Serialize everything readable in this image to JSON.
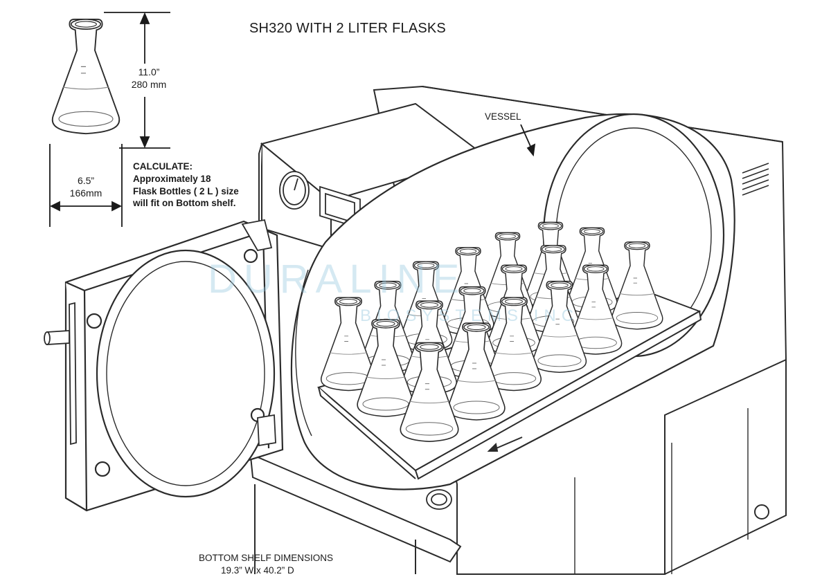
{
  "title": "SH320 WITH 2 LITER FLASKS",
  "flask_dimensions": {
    "height_in": "11.0”",
    "height_mm": "280 mm",
    "width_in": "6.5”",
    "width_mm": "166mm"
  },
  "calculation": {
    "heading": "CALCULATE:",
    "lines": [
      "Approximately  18",
      "Flask Bottles ( 2 L ) size",
      "will fit on Bottom shelf."
    ]
  },
  "vessel_label": "VESSEL",
  "bottom_shelf": {
    "heading": "BOTTOM SHELF DIMENSIONS",
    "dimensions": "19.3” W x 40.2” D"
  },
  "watermark": {
    "line1": "DURALINE",
    "line2": "BIOSYSTEMS INC"
  },
  "colors": {
    "line": "#2b2b2b",
    "watermark": "#96c8de"
  }
}
